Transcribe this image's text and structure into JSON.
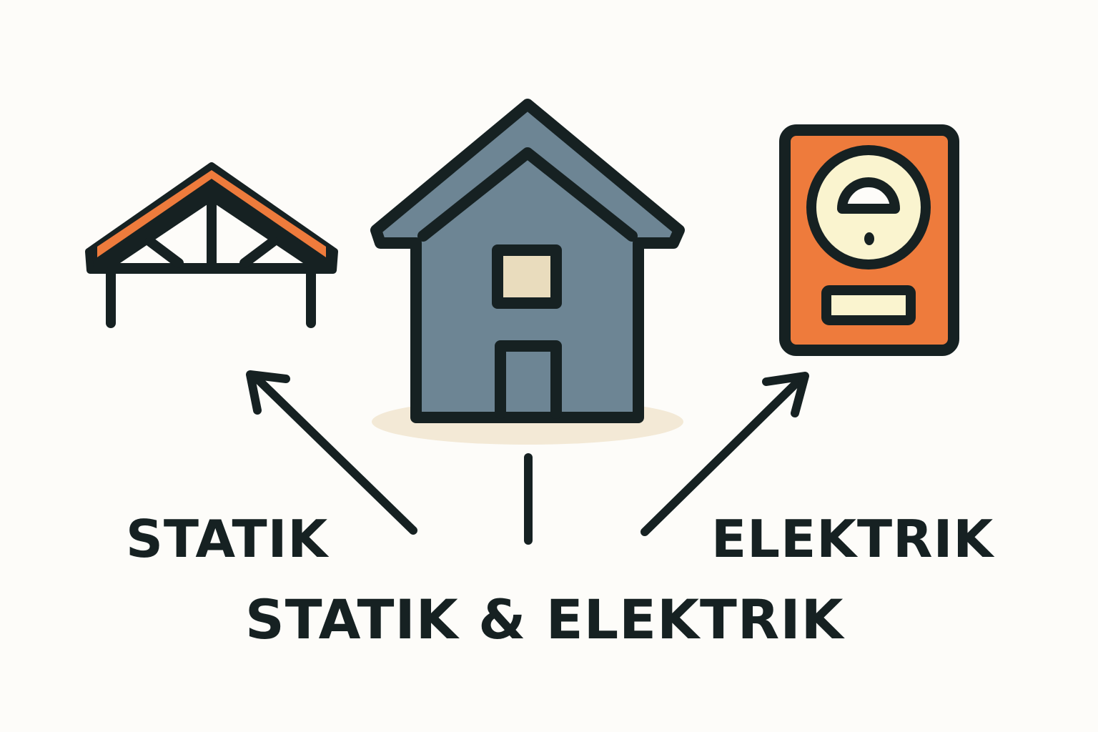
{
  "labels": {
    "statik": "STATIK",
    "elektrik": "ELEKTRIK",
    "combined": "STATIK & ELEKTRIK"
  },
  "icons": {
    "left": "roof-truss-icon",
    "center": "house-icon",
    "right": "electric-meter-icon"
  },
  "colors": {
    "background": "#fdfcf9",
    "outline": "#162122",
    "accent_orange": "#ee7b3c",
    "house_fill": "#6d8594",
    "window_fill": "#e9dcbd",
    "meter_face": "#faf4cf",
    "shadow": "#f3e9d6"
  }
}
